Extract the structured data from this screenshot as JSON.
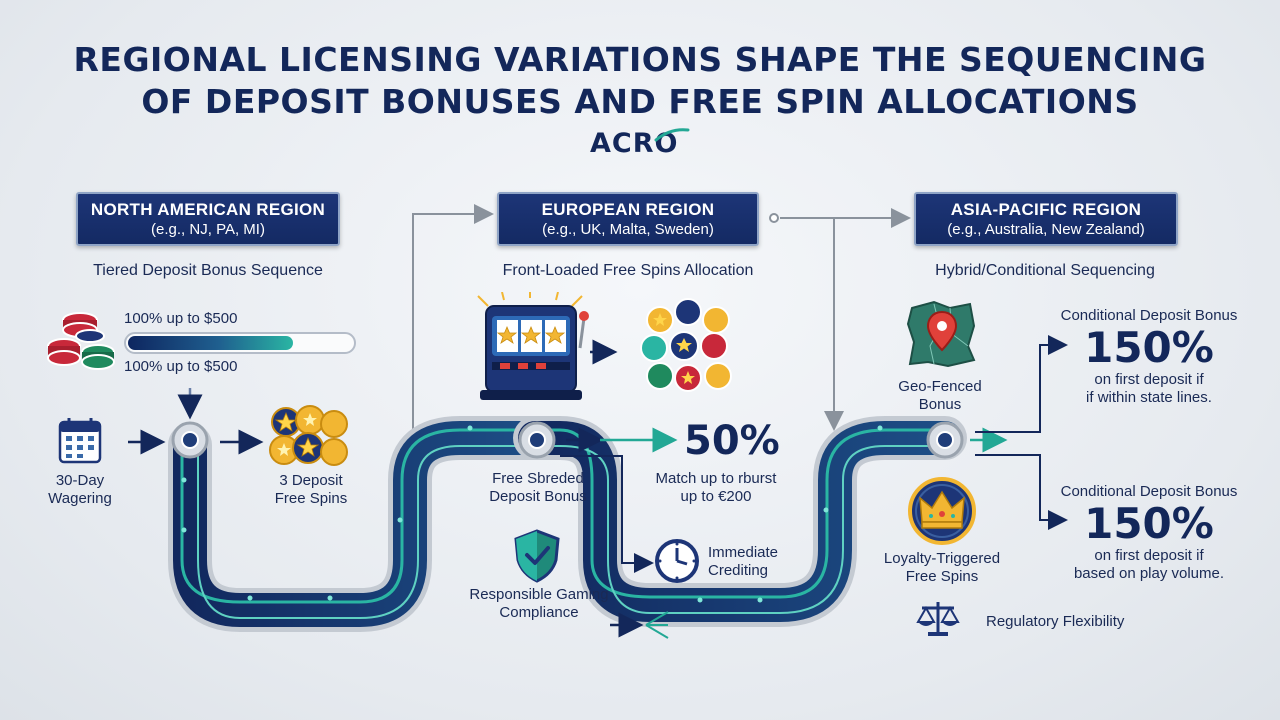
{
  "title": {
    "line1": "REGIONAL LICENSING VARIATIONS SHAPE THE SEQUENCING",
    "line2": "OF DEPOSIT BONUSES AND FREE SPIN ALLOCATIONS"
  },
  "brand": "ACRO",
  "colors": {
    "navy": "#13275a",
    "teal": "#2ab5a3",
    "region_box": "#1d3577",
    "map_green": "#2f7a6a",
    "pin_red": "#e0413a",
    "gold": "#f2b632"
  },
  "regions": [
    {
      "name": "NORTH AMERICAN REGION",
      "examples": "(e.g., NJ, PA, MI)",
      "strategy": "Tiered Deposit Bonus Sequence"
    },
    {
      "name": "EUROPEAN REGION",
      "examples": "(e.g., UK, Malta, Sweden)",
      "strategy": "Front-Loaded Free Spins Allocation"
    },
    {
      "name": "ASIA-PACIFIC REGION",
      "examples": "(e.g., Australia, New Zealand)",
      "strategy": "Hybrid/Conditional Sequencing"
    }
  ],
  "north_america": {
    "tier_top": "100% up to $500",
    "tier_bottom": "100% up to $500",
    "tier_progress": 0.74,
    "wagering": [
      "30-Day",
      "Wagering"
    ],
    "free_spins": [
      "3 Deposit",
      "Free Spins"
    ],
    "icons": [
      "casino-chips-icon",
      "calendar-icon",
      "star-coins-icon"
    ]
  },
  "europe": {
    "bonus_label": [
      "Free Sbreded",
      "Deposit Bonus"
    ],
    "pct": "50%",
    "match": [
      "Match up to rburst",
      "up to €200"
    ],
    "crediting": [
      "Immediate",
      "Crediting"
    ],
    "compliance": [
      "Responsible Gaming",
      "Compliance"
    ],
    "icons": [
      "slot-machine-icon",
      "star-chips-icon",
      "shield-check-icon",
      "clock-icon"
    ]
  },
  "asia_pacific": {
    "geo": [
      "Geo-Fenced",
      "Bonus"
    ],
    "loyalty": [
      "Loyalty-Triggered",
      "Free Spins"
    ],
    "regulatory": "Regulatory Flexibility",
    "conditional_top": {
      "label": "Conditional Deposit Bonus",
      "pct": "150%",
      "line1": "on first deposit if",
      "line2": "if within state lines."
    },
    "conditional_bottom": {
      "label": "Conditional Deposit Bonus",
      "pct": "150%",
      "line1": "on first deposit if",
      "line2": "based on play volume."
    },
    "icons": [
      "map-pin-icon",
      "crown-icon",
      "scales-icon"
    ]
  }
}
